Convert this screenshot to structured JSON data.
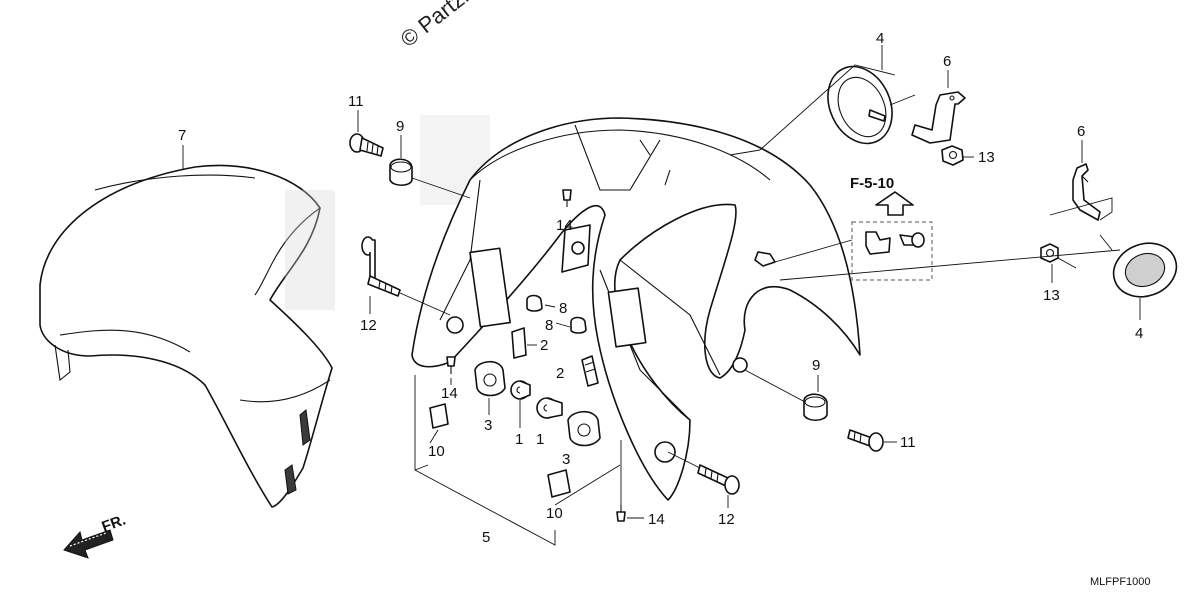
{
  "watermark": "© Partzilla",
  "reference": {
    "label": "F-5-10"
  },
  "direction": {
    "label": "FR."
  },
  "diagram_code": "MLFPF1000",
  "callouts": {
    "c1a": "1",
    "c1b": "1",
    "c2a": "2",
    "c2b": "2",
    "c3a": "3",
    "c3b": "3",
    "c4a": "4",
    "c4b": "4",
    "c5": "5",
    "c6a": "6",
    "c6b": "6",
    "c7": "7",
    "c8a": "8",
    "c8b": "8",
    "c9a": "9",
    "c9b": "9",
    "c10a": "10",
    "c10b": "10",
    "c11a": "11",
    "c11b": "11",
    "c12a": "12",
    "c12b": "12",
    "c13a": "13",
    "c13b": "13",
    "c14a": "14",
    "c14b": "14",
    "c14c": "14"
  },
  "icons": {
    "direction_arrow": "front-direction-arrow-icon",
    "reference_arrow": "up-arrow-icon"
  }
}
